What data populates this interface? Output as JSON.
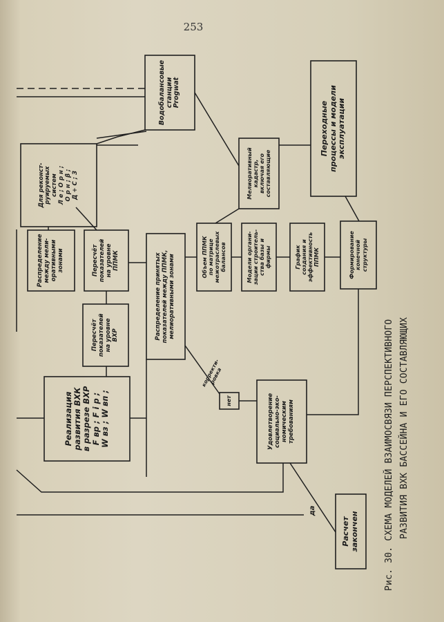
{
  "page": {
    "number": "253"
  },
  "boxes": {
    "vodobalans": "Водобалансовые\nстанции\nProgwat",
    "rekonstr": "Для реконст-\nруируемых\nсистем\nЛ е ;  О р н ;\nО р н ;   β ;\nД + С ;   З",
    "melior": "Мелиоративный\nкадастр,\nвключая его\nсоставляющие",
    "perehod": "Переходные\nпроцессы и модели\nэксплуатации",
    "raspred1": "Распределение\nмежду мели-\nоративными\nзонами",
    "peresch1": "Пересчёт\nпоказателей\nна уровне\nППМК",
    "raspred2": "Распределение принятых\nпоказателей между ППМК,\nмелиоративными зонами",
    "obem": "Объем ППМК\nпо матрице\nмежотраслевых\nбалансов",
    "model": "Модели органи-\nзации строитель-\nства базы и\nфирмы",
    "grafik": "График\nсоздания и\nэффективность\nППМК",
    "formir": "Формирование\nконечной\nструктуры",
    "peresch2": "Пересчёт\nпоказателей\nна уровне\nВХР",
    "realiz": "Реализация\nразвития ВХК\nв разрезе ВХР\nF вр ;   F i р ;\nW вз ;   W вп ;",
    "udovl": "Удовлетворение\nсоциально-эко-\nномическим\nтребованиям",
    "net": "нет",
    "raschet": "Расчет\nзакончен"
  },
  "labels": {
    "da": "да",
    "korrekt": "корректи-\nровка"
  },
  "caption": {
    "line1": "Рис. 30. СХЕМА МОДЕЛЕЙ ВЗАИМОСВЯЗИ ПЕРСПЕКТИВНОГО",
    "line2": "РАЗВИТИЯ ВХК БАССЕЙНА И ЕГО СОСТАВЛЯЮЩИХ"
  }
}
